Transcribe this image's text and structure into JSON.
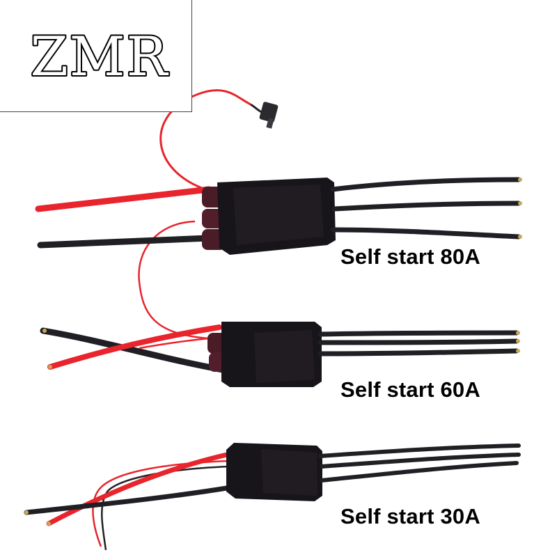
{
  "brand": {
    "logo_text": "ZMR"
  },
  "captions": {
    "esc_80a": "Self start 80A",
    "esc_60a": "Self start 60A",
    "esc_30a": "Self start 30A"
  },
  "colors": {
    "background": "#ffffff",
    "wire_red": "#e8242c",
    "wire_black": "#1a1a1e",
    "esc_body": "#17141a",
    "capacitor": "#4a1c28",
    "caption_text": "#000000"
  }
}
